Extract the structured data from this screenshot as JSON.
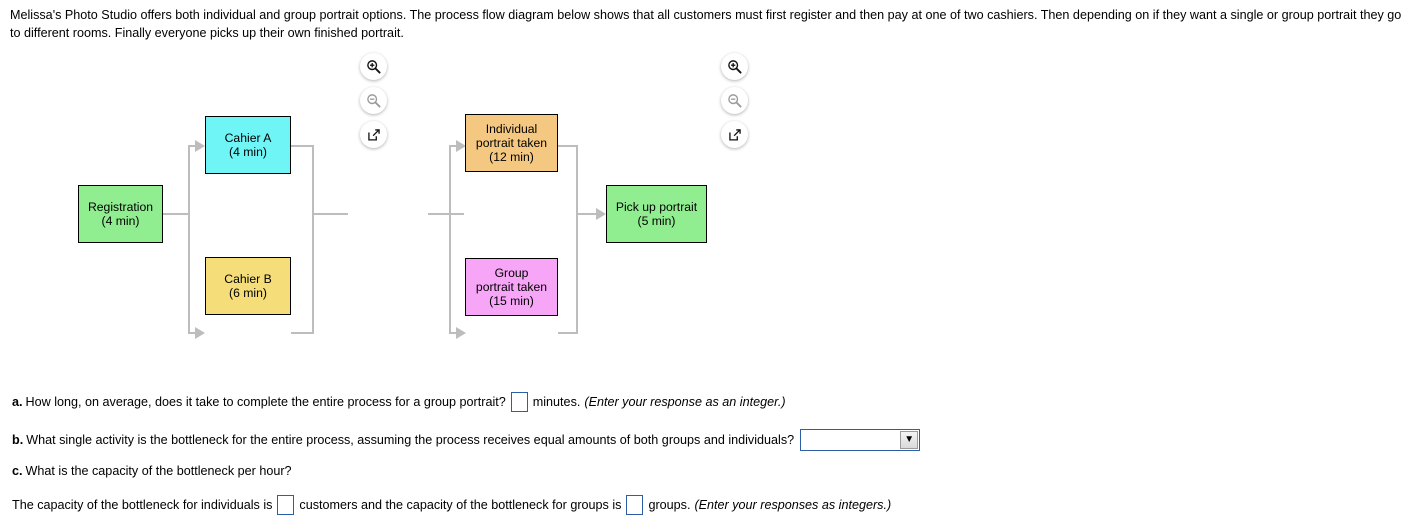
{
  "intro": {
    "text": "Melissa's Photo Studio offers both individual and group portrait options. The process flow diagram below shows that all customers must first register and then pay at one of two cashiers. Then depending on if they want a single or group portrait they go to different rooms. Finally everyone picks up their own finished portrait."
  },
  "diagram": {
    "nodes": [
      {
        "id": "registration",
        "label": "Registration",
        "time": "(4 min)",
        "color": "#90EE90"
      },
      {
        "id": "cahier-a",
        "label": "Cahier A",
        "time": "(4 min)",
        "color": "#6FF5F5"
      },
      {
        "id": "cahier-b",
        "label": "Cahier B",
        "time": "(6 min)",
        "color": "#F5DE7A"
      },
      {
        "id": "individual",
        "label": "Individual",
        "label2": "portrait taken",
        "time": "(12 min)",
        "color": "#F5C882"
      },
      {
        "id": "group",
        "label": "Group",
        "label2": "portrait taken",
        "time": "(15 min)",
        "color": "#F7A6F7"
      },
      {
        "id": "pickup",
        "label": "Pick up portrait",
        "time": "(5 min)",
        "color": "#90EE90"
      }
    ],
    "connector_color": "#bdbdbd",
    "border_color": "#000000"
  },
  "image_controls": {
    "left": {
      "zoom_in": "zoom-in",
      "zoom_out": "zoom-out",
      "open": "open-in-new-window"
    },
    "right": {
      "zoom_in": "zoom-in",
      "zoom_out": "zoom-out",
      "open": "open-in-new-window"
    }
  },
  "questions": {
    "a": {
      "marker": "a.",
      "text": "How long, on average, does it take to complete the entire process for a group portrait?",
      "unit": "minutes.",
      "hint": "(Enter your response as an integer.)",
      "value": ""
    },
    "b": {
      "marker": "b.",
      "text": "What single activity is the bottleneck for the entire process, assuming the process receives equal amounts of both groups and individuals?",
      "selected": "",
      "arrow": "▼"
    },
    "c": {
      "marker": "c.",
      "text": "What is the capacity of the bottleneck per hour?",
      "line": {
        "part1": "The capacity of the bottleneck for individuals is",
        "unit1": "customers and the capacity of the bottleneck for groups is",
        "unit2": "groups.",
        "hint": "(Enter your responses as integers.)",
        "value1": "",
        "value2": ""
      }
    }
  }
}
